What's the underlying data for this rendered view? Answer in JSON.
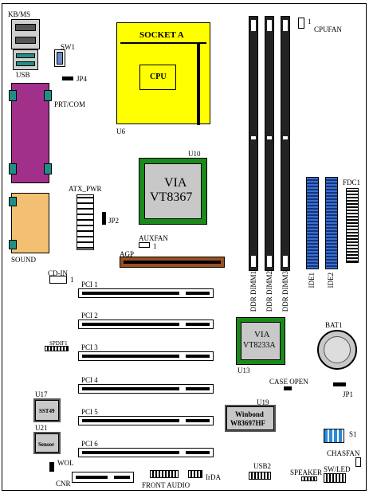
{
  "labels": {
    "kbms": "KB/MS",
    "sw1": "SW1",
    "usb": "USB",
    "jp4": "JP4",
    "prt_com": "PRT/COM",
    "sound": "SOUND",
    "atx_pwr": "ATX_PWR",
    "jp2": "JP2",
    "socket_a": "SOCKET A",
    "cpu": "CPU",
    "u6": "U6",
    "cpufan": "CPUFAN",
    "u10": "U10",
    "northbridge_line1": "VIA",
    "northbridge_line2": "VT8367",
    "auxfan": "AUXFAN",
    "agp": "AGP",
    "cd_in": "CD-IN",
    "pci1": "PCI 1",
    "pci2": "PCI 2",
    "pci3": "PCI 3",
    "pci4": "PCI 4",
    "pci5": "PCI 5",
    "pci6": "PCI 6",
    "spdif1": "SPDIF1",
    "ddr1": "DDR DIMM1",
    "ddr2": "DDR DIMM2",
    "ddr3": "DDR DIMM3",
    "ide1": "IDE1",
    "ide2": "IDE2",
    "fdc1": "FDC1",
    "southbridge_line1": "VIA",
    "southbridge_line2": "VT8233A",
    "u13": "U13",
    "bat1": "BAT1",
    "case_open": "CASE OPEN",
    "jp1": "JP1",
    "u19": "U19",
    "superio_line1": "Winbond",
    "superio_line2": "W83697HF",
    "s1": "S1",
    "chasfan": "CHASFAN",
    "u17": "U17",
    "u21": "U21",
    "u17_chip": "SST49",
    "u21_chip": "Sensor",
    "wol": "WOL",
    "cnr": "CNR",
    "front_audio": "FRONT AUDIO",
    "irda": "IrDA",
    "usb2": "USB2",
    "speaker": "SPEAKER",
    "sw_led": "SW/LED",
    "pin1": "1"
  },
  "colors": {
    "cpu_socket": "#ffff00",
    "chip_green": "#1a8a1a",
    "chip_face": "#c8c8c8",
    "prt_com": "#a0308a",
    "sound": "#f2bf73",
    "ide_blue": "#3a6fd0",
    "agp_brown": "#9a5020",
    "dimm_dark": "#222222",
    "switch_blue": "#2a8ad8",
    "usb_teal": "#1f8f86"
  }
}
